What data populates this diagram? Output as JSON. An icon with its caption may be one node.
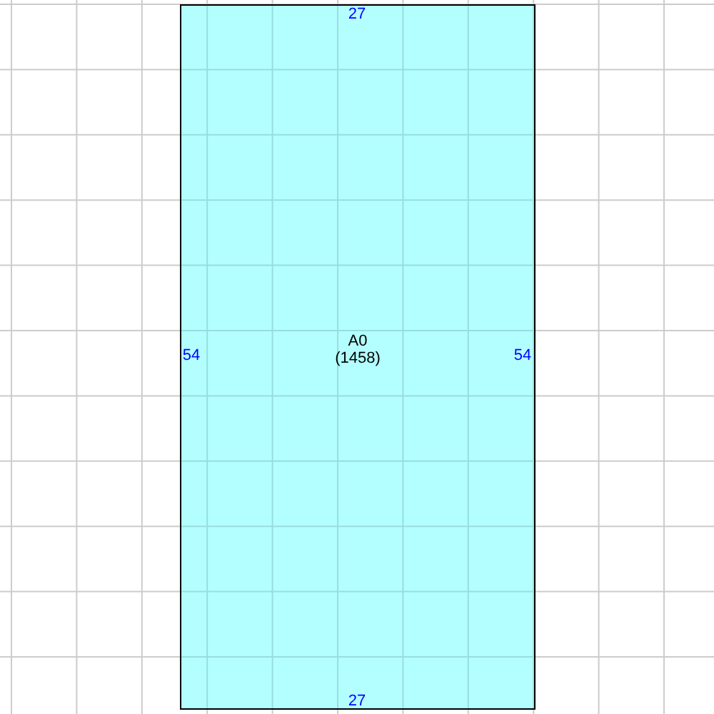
{
  "diagram": {
    "nodes": [
      {
        "text": [
          "A0",
          "(1458)"
        ]
      }
    ],
    "labels": [
      "27",
      "54",
      "54",
      "27"
    ]
  }
}
